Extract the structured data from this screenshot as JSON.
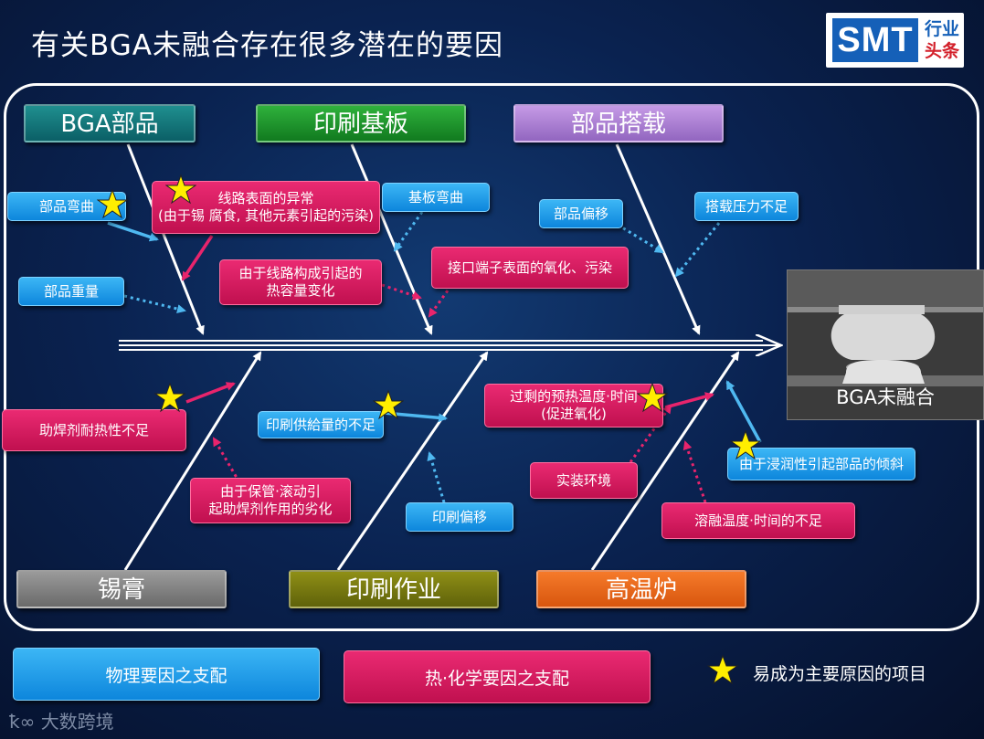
{
  "title": "有关BGA未融合存在很多潜在的要因",
  "logo": {
    "main": "SMT",
    "line1": "行业",
    "line2": "头条"
  },
  "colors": {
    "physical": "#0d86dc",
    "chemical": "#c0104f",
    "star": "#ffee00"
  },
  "categories": {
    "bga_part": "BGA部品",
    "pcb": "印刷基板",
    "placement": "部品搭载",
    "solder_paste": "锡膏",
    "printing": "印刷作业",
    "reflow": "高温炉"
  },
  "factors": {
    "part_warp": "部品弯曲",
    "line_surface_1": "线路表面的异常",
    "line_surface_2": "(由于锡 腐食, 其他元素引起的污染)",
    "board_warp": "基板弯曲",
    "part_offset": "部品偏移",
    "placement_pressure": "搭载压力不足",
    "part_weight": "部品重量",
    "heat_capacity_1": "由于线路构成引起的",
    "heat_capacity_2": "热容量变化",
    "terminal_oxidation": "接口端子表面的氧化、污染",
    "flux_heat": "助焊剂耐热性不足",
    "flux_degrade_1": "由于保管·滚动引",
    "flux_degrade_2": "起助焊剂作用的劣化",
    "print_supply": "印刷供給量的不足",
    "print_offset": "印刷偏移",
    "preheat_1": "过剩的预热温度·时间",
    "preheat_2": "(促进氧化)",
    "mount_env": "实装环境",
    "melt_temp": "溶融温度·时间的不足",
    "wetting_tilt": "由于浸润性引起部品的倾斜"
  },
  "result": "BGA未融合",
  "legend": {
    "physical": "物理要因之支配",
    "chemical": "热·化学要因之支配",
    "star_label": "易成为主要原因的项目"
  },
  "watermark": "大数跨境"
}
